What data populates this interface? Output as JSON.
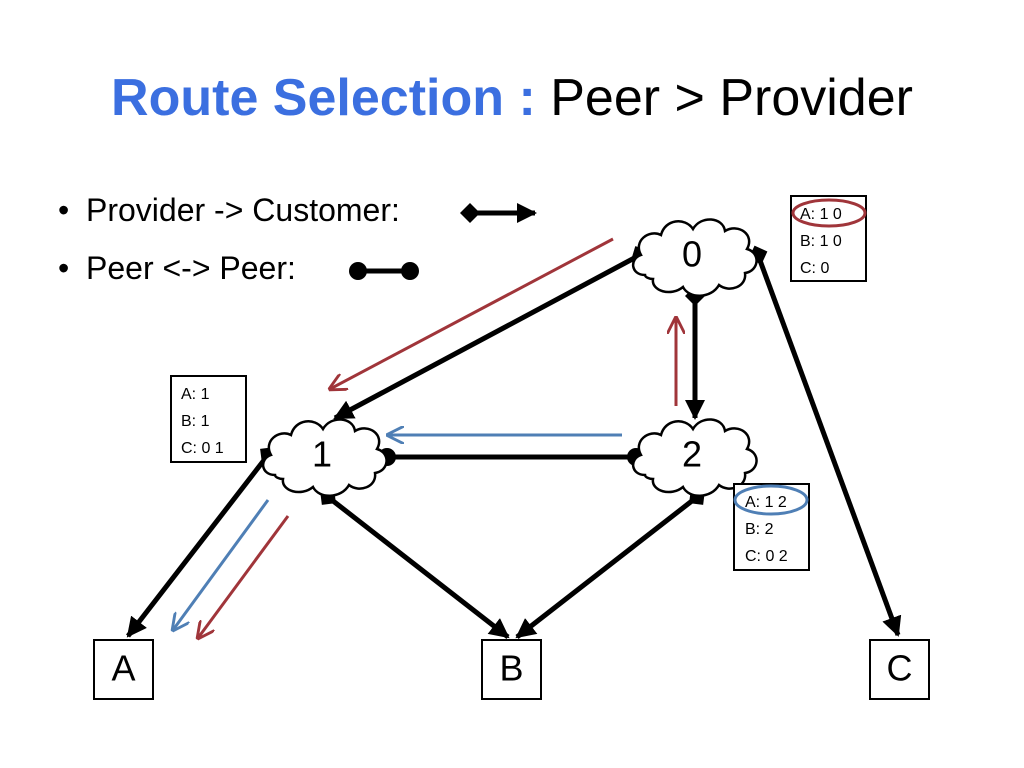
{
  "title": {
    "highlight": "Route Selection :",
    "rest": "Peer > Provider"
  },
  "legend": [
    {
      "bullet": "•",
      "text": "Provider -> Customer:",
      "symbol": "provider-customer-arrow"
    },
    {
      "bullet": "•",
      "text": "Peer <-> Peer:",
      "symbol": "peer-peer-link"
    }
  ],
  "nodes": {
    "n0": "0",
    "n1": "1",
    "n2": "2",
    "A": "A",
    "B": "B",
    "C": "C"
  },
  "tables": {
    "t0": {
      "rows": [
        "A: 1 0",
        "B: 1 0",
        "C: 0"
      ],
      "circled_row": 0,
      "circle_color": "#a0353a"
    },
    "t1": {
      "rows": [
        "A: 1",
        "B: 1",
        "C: 0 1"
      ]
    },
    "t2": {
      "rows": [
        "A: 1 2",
        "B: 2",
        "C: 0 2"
      ],
      "circled_row": 0,
      "circle_color": "#4f7fb5"
    }
  },
  "colors": {
    "title_accent": "#3b6fe0",
    "route_red": "#a0353a",
    "route_blue": "#4f7fb5"
  }
}
